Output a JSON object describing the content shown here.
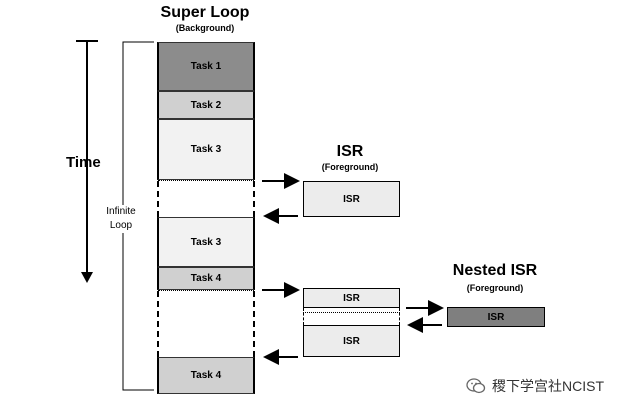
{
  "diagram": {
    "super_loop": {
      "title": "Super Loop",
      "subtitle": "(Background)"
    },
    "isr_header": {
      "title": "ISR",
      "subtitle": "(Foreground)"
    },
    "nested_header": {
      "title": "Nested ISR",
      "subtitle": "(Foreground)"
    },
    "time_label": "Time",
    "loop_label_1": "Infinite",
    "loop_label_2": "Loop",
    "tasks": {
      "task1": "Task 1",
      "task2": "Task 2",
      "task3a": "Task 3",
      "task3b": "Task 3",
      "task4a": "Task 4",
      "task4b": "Task 4"
    },
    "isr_boxes": {
      "isr_main": "ISR",
      "isr_upper": "ISR",
      "isr_lower": "ISR",
      "nested_isr": "ISR"
    },
    "colors": {
      "task1": "#8c8c8c",
      "task_light": "#d0d0d0",
      "task_white": "#f2f2f2",
      "isr_fill": "#ececec",
      "nested_fill": "#7f7f7f"
    }
  },
  "watermark": {
    "text": "稷下学宫社NCIST",
    "icon": "wechat-icon"
  }
}
